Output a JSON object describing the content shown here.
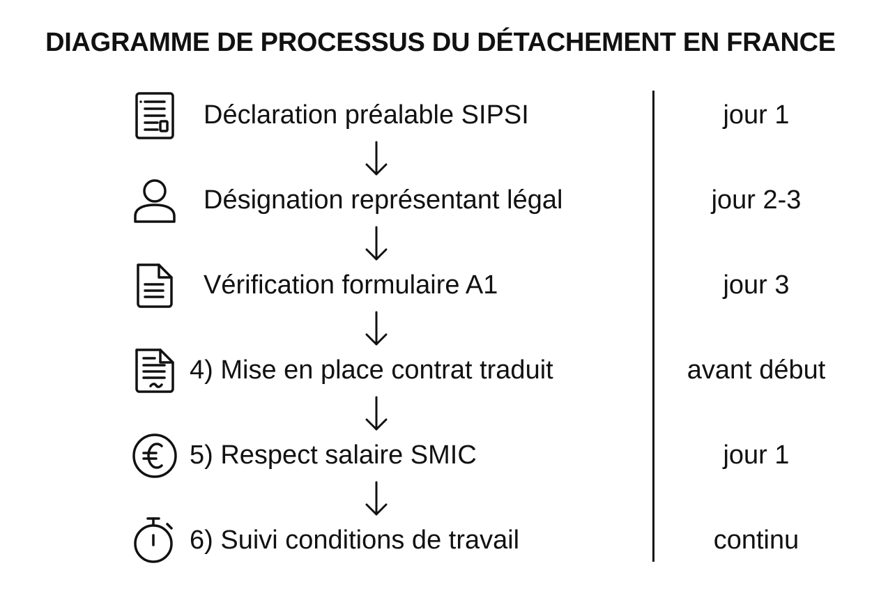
{
  "title": "DIAGRAMME DE PROCESSUS DU DÉTACHEMENT EN FRANCE",
  "steps": [
    {
      "label": "Déclaration préalable SIPSI",
      "timing": "jour 1",
      "icon": "form-document-icon"
    },
    {
      "label": "Désignation représentant légal",
      "timing": "jour 2-3",
      "icon": "person-icon"
    },
    {
      "label": "Vérification formulaire A1",
      "timing": "jour 3",
      "icon": "document-icon"
    },
    {
      "label": "4) Mise en place contrat traduit",
      "timing": "avant début",
      "icon": "signed-contract-icon"
    },
    {
      "label": "5) Respect salaire SMIC",
      "timing": "jour 1",
      "icon": "euro-icon"
    },
    {
      "label": "6) Suivi conditions de travail",
      "timing": "continu",
      "icon": "stopwatch-icon"
    }
  ]
}
